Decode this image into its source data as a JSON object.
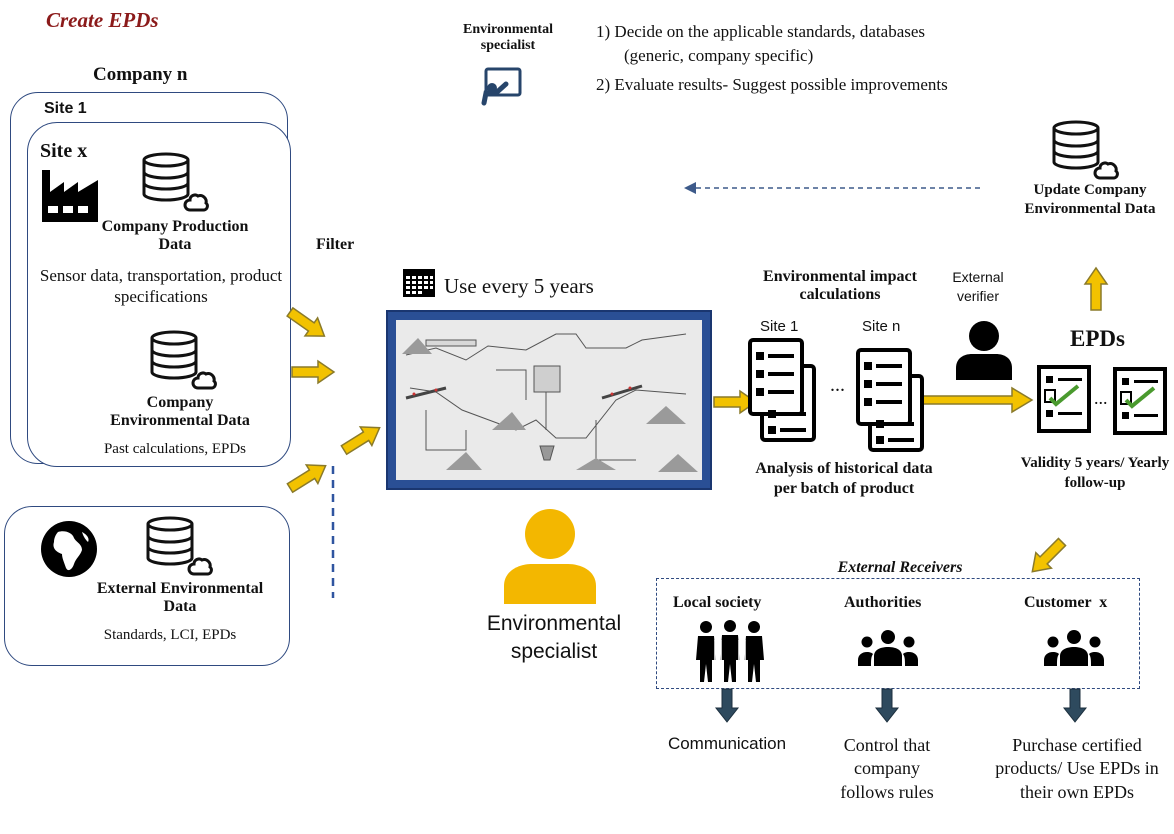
{
  "title": "Create EPDs",
  "specialist_note": {
    "role": "Environmental specialist",
    "items": [
      "1)  Decide on the applicable standards, databases",
      "(generic, company specific)",
      "2)  Evaluate results- Suggest possible improvements"
    ]
  },
  "company": {
    "label": "Company n",
    "site1": "Site 1",
    "sitex": "Site x",
    "prod_title": "Company Production Data",
    "prod_desc": "Sensor data, transportation, product specifications",
    "env_title": "Company Environmental Data",
    "env_desc": "Past calculations, EPDs"
  },
  "external": {
    "title": "External Environmental Data",
    "desc": "Standards, LCI, EPDs"
  },
  "filter_label": "Filter",
  "use_label": "Use every 5 years",
  "specialist_label": "Environmental specialist",
  "calc": {
    "title": "Environmental impact calculations",
    "site1": "Site 1",
    "siten": "Site n",
    "dots": "...",
    "analysis": "Analysis of historical data per batch of product"
  },
  "verifier": "External verifier",
  "epds": {
    "title": "EPDs",
    "dots": "...",
    "validity": "Validity 5 years/ Yearly follow-up"
  },
  "update": "Update Company Environmental Data",
  "receivers": {
    "title": "External Receivers",
    "groups": [
      {
        "name": "Local society",
        "outcome": "Communication"
      },
      {
        "name": "Authorities",
        "outcome": "Control that company follows rules"
      },
      {
        "name": "Customer  x",
        "outcome": "Purchase certified products/ Use EPDs in their own EPDs"
      }
    ]
  },
  "colors": {
    "accent_arrow": "#f2c200",
    "arrow_outline": "#8a7a2a",
    "box_border": "#2f4a80",
    "title_red": "#8b1a1a",
    "dark_arrow": "#2e4a5e",
    "person_yellow": "#f3b700"
  }
}
